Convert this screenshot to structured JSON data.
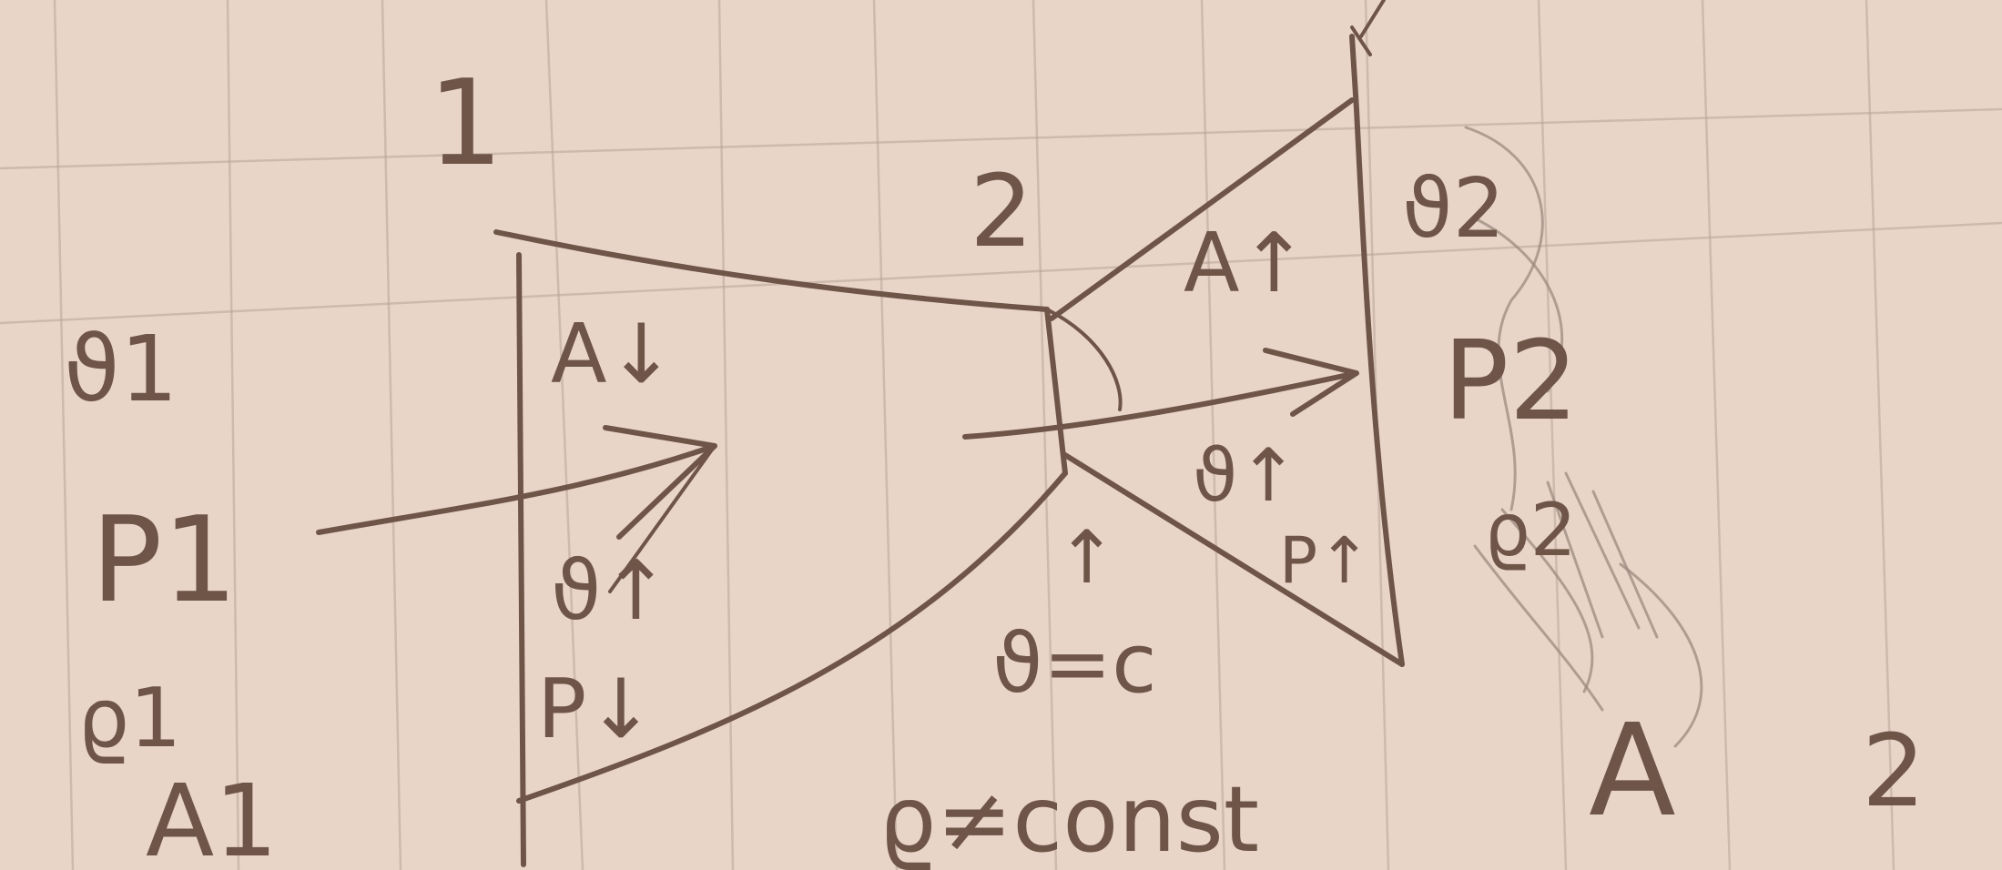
{
  "colors": {
    "paper": "#e9d5c8",
    "ink": "#6e5548",
    "grid": "#b7a497"
  },
  "section_left": {
    "number": "1",
    "speed": "ϑ1",
    "pressure": "P1",
    "density": "ϱ1",
    "area": "A1"
  },
  "section_right": {
    "number": "2",
    "speed": "ϑ2",
    "pressure": "P2",
    "density": "ϱ2",
    "area": "A",
    "area_index": "2"
  },
  "throat": {
    "number": "2",
    "speed_condition": "ϑ=c",
    "density_note": "ϱ≠const"
  },
  "converging_part": {
    "area_note": "A↓",
    "speed_note": "ϑ↑",
    "pressure_note": "P↓"
  },
  "diverging_part": {
    "area_note": "A↑",
    "speed_note": "ϑ↑",
    "pressure_note": "P↑",
    "throat_arrow": "↑"
  },
  "icons": [
    "flow-arrow-icon"
  ]
}
